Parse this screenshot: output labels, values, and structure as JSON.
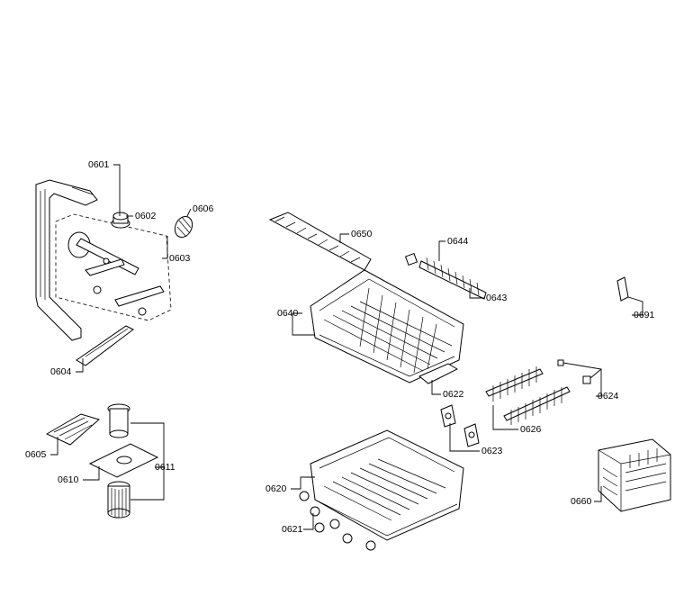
{
  "callouts": {
    "c0601": "0601",
    "c0602": "0602",
    "c0606": "0606",
    "c0603": "0603",
    "c0604": "0604",
    "c0605": "0605",
    "c0610": "0610",
    "c0611": "0611",
    "c0650": "0650",
    "c0644": "0644",
    "c0643": "0643",
    "c0640": "0640",
    "c0622": "0622",
    "c0624": "0624",
    "c0626": "0626",
    "c0623": "0623",
    "c0691": "0691",
    "c0620": "0620",
    "c0621": "0621",
    "c0660": "0660"
  }
}
